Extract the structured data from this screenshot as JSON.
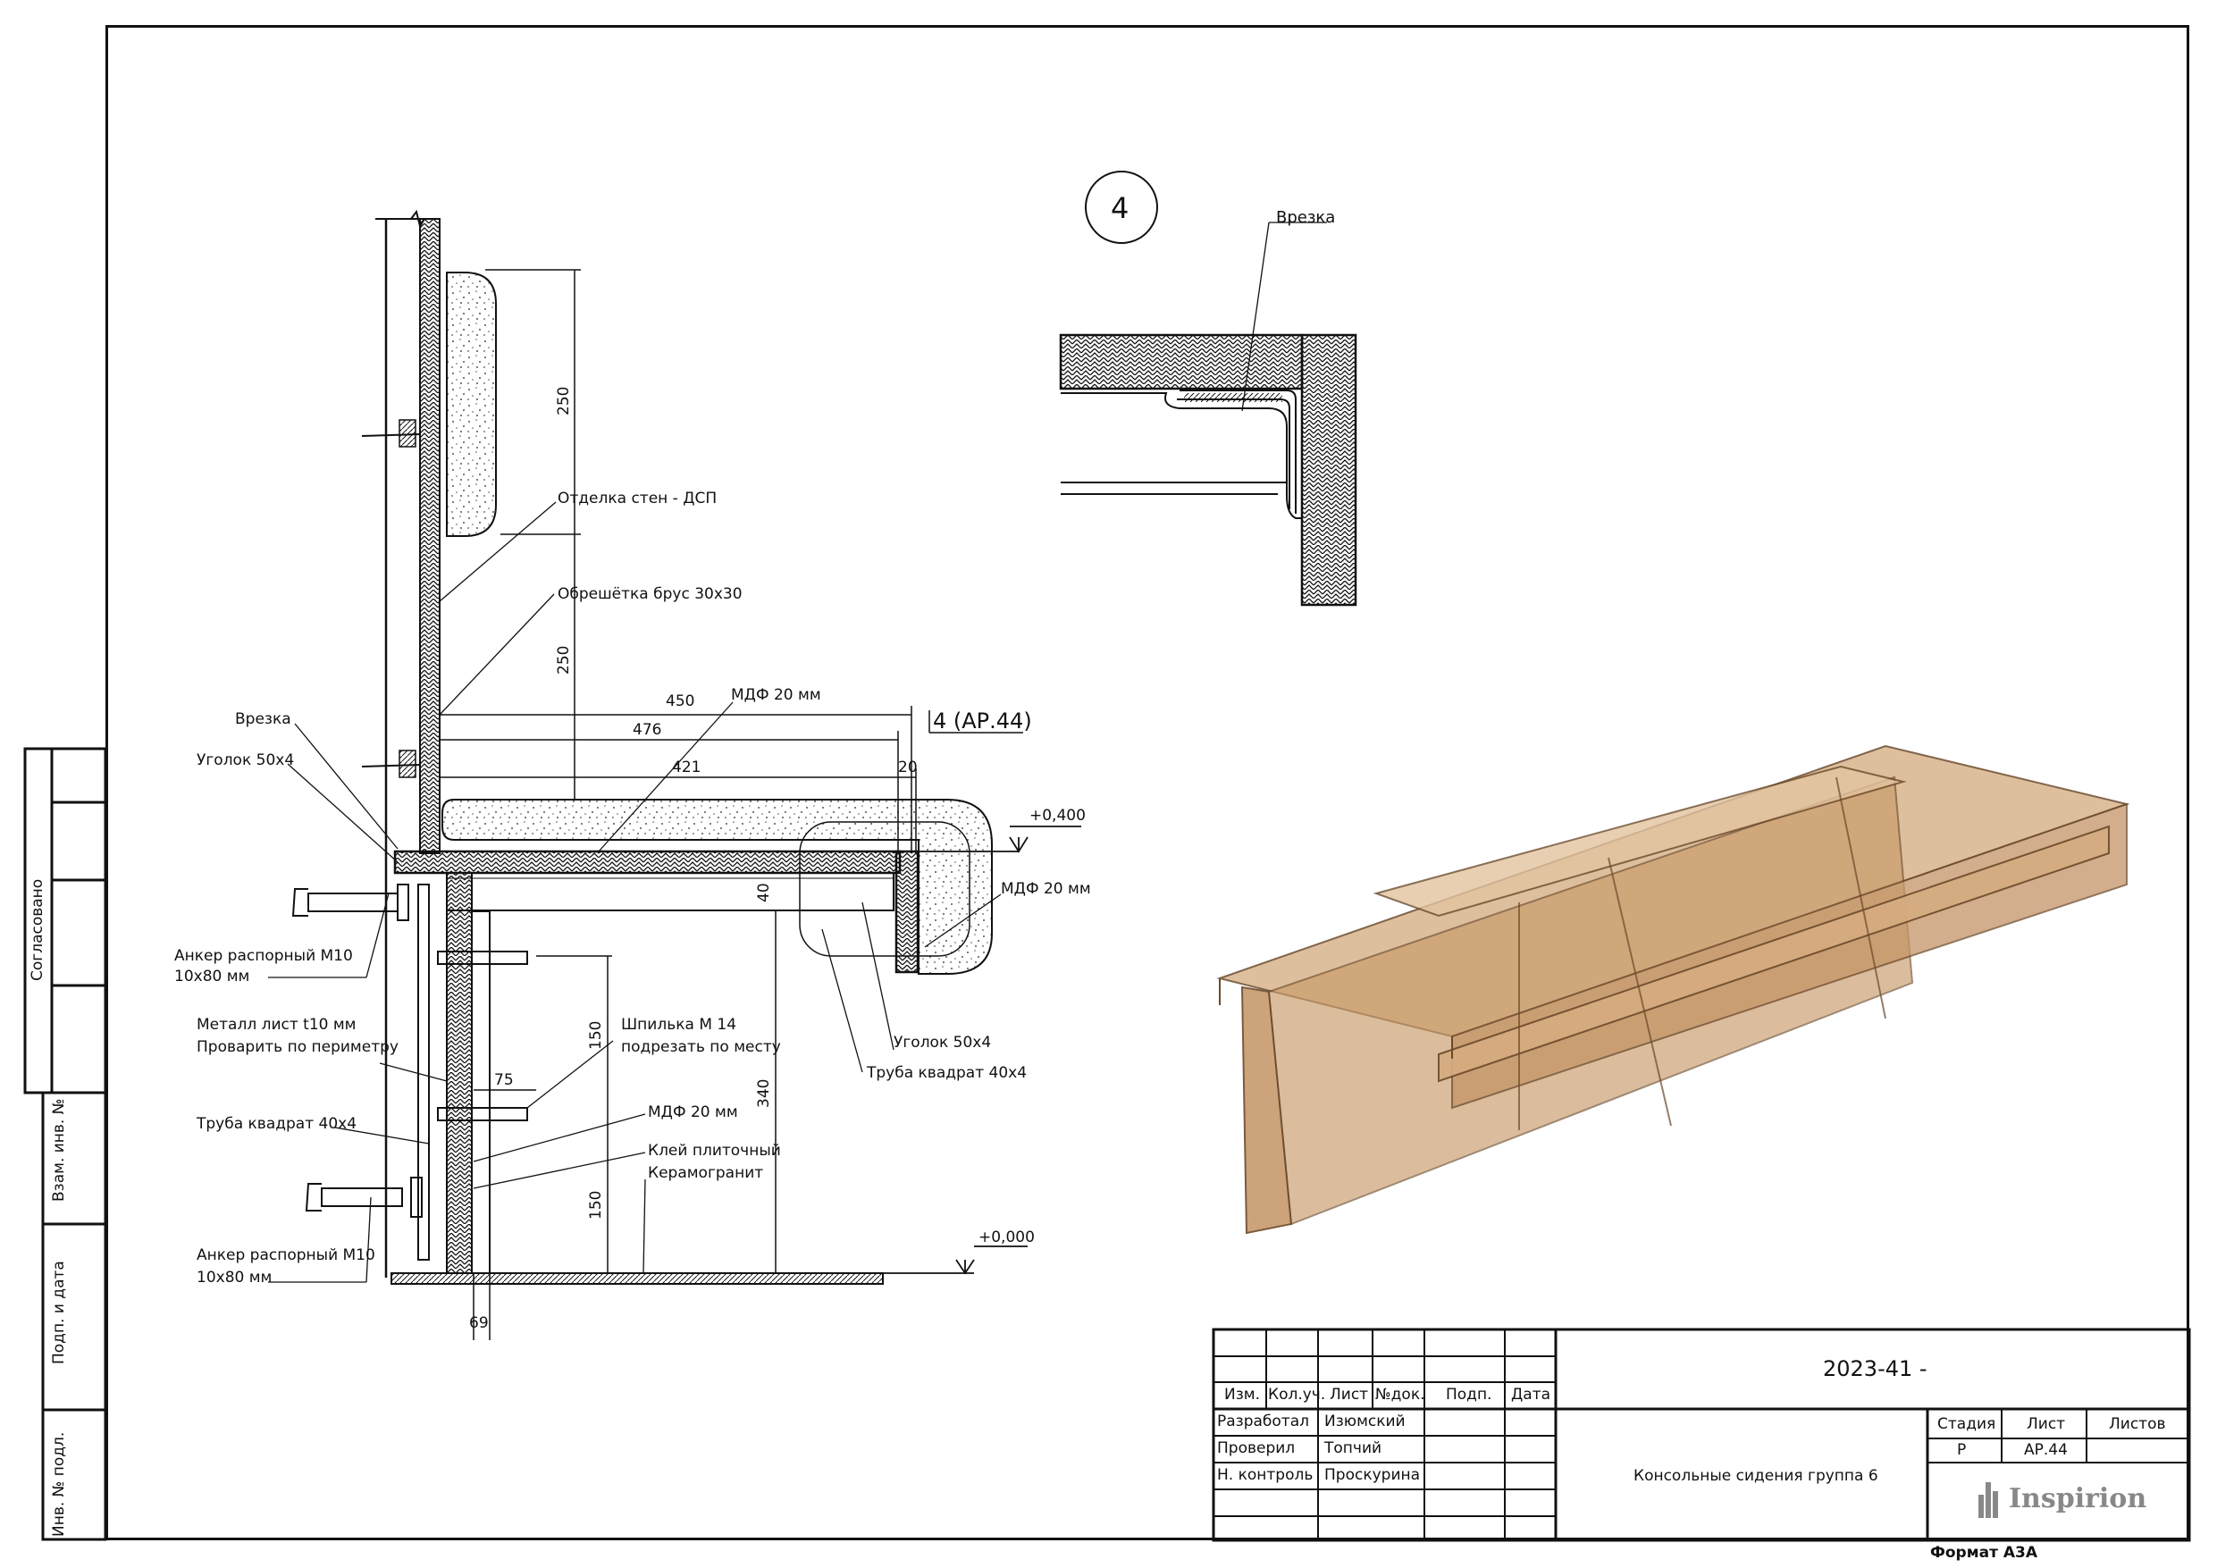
{
  "detail": {
    "marker": "4",
    "label_vrezka": "Врезка"
  },
  "section": {
    "dims": {
      "d250_top": "250",
      "d250_mid": "250",
      "d450": "450",
      "d476": "476",
      "d421": "421",
      "d20": "20",
      "d40": "40",
      "d150_a": "150",
      "d150_b": "150",
      "d340": "340",
      "d75": "75",
      "d69": "69"
    },
    "ref": "4 (АР.44)",
    "levels": {
      "top": "+0,400",
      "floor": "+0,000"
    },
    "labels": {
      "wall_finish": "Отделка стен - ДСП",
      "batten": "Обрешётка брус 30х30",
      "mdf_top": "МДФ 20 мм",
      "vrezka": "Врезка",
      "angle_left": "Уголок 50х4",
      "anchor1_line1": "Анкер распорный М10",
      "anchor1_line2": "10х80 мм",
      "metal_line1": "Металл лист t10 мм",
      "metal_line2": "Проварить по периметру",
      "stud_line1": "Шпилька М 14",
      "stud_line2": "подрезать по месту",
      "tube_left": "Труба квадрат 40х4",
      "mdf_mid": "МДФ 20 мм",
      "glue": "Клей плиточный",
      "ceramic": "Керамогранит",
      "anchor2_line1": "Анкер распорный М10",
      "anchor2_line2": "10х80 мм",
      "mdf_right": "МДФ 20 мм",
      "angle_right": "Уголок 50х4",
      "tube_right": "Труба квадрат 40х4"
    }
  },
  "side_stamp": {
    "agreed": "Согласовано",
    "inv_swap": "Взам. инв. №",
    "sign_date": "Подп. и дата",
    "inv_orig": "Инв. № подл."
  },
  "title_block": {
    "doc_code": "2023-41 -",
    "title": "Консольные сидения группа 6",
    "headers": [
      "Изм.",
      "Кол.уч.",
      "Лист",
      "№док.",
      "Подп.",
      "Дата"
    ],
    "roles": [
      {
        "role": "Разработал",
        "name": "Изюмский"
      },
      {
        "role": "Проверил",
        "name": "Топчий"
      },
      {
        "role": "Н. контроль",
        "name": "Проскурина"
      }
    ],
    "stage_header": "Стадия",
    "sheet_header": "Лист",
    "sheets_header": "Листов",
    "stage": "Р",
    "sheet": "АР.44",
    "sheets": "",
    "company": "Inspirion",
    "format": "Формат А3А"
  }
}
